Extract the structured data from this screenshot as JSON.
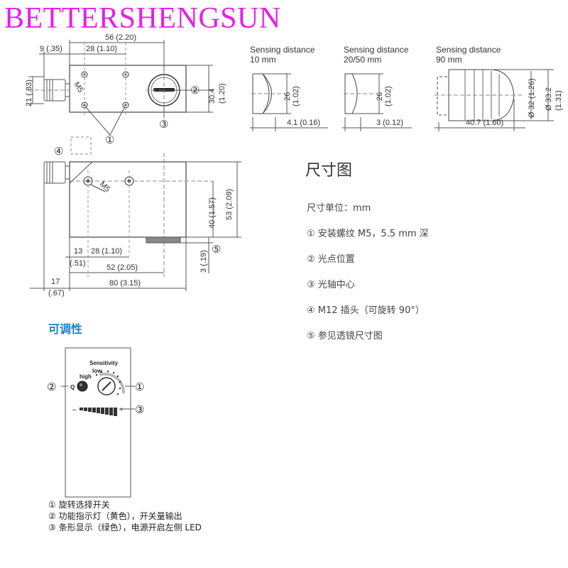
{
  "brand": {
    "text": "BETTERSHENGSUN"
  },
  "drawing": {
    "top_view": {
      "dim_56": "56 (2.20)",
      "dim_9": "9 (.35)",
      "dim_28": "28 (1.10)",
      "dim_21": "21 (.83)",
      "dim_30_4_a": "30.4",
      "dim_30_4_b": "(1.20)",
      "m5": "M5",
      "callout_2": "②",
      "callout_3": "③",
      "callout_1": "①"
    },
    "front_view": {
      "callout_4": "④",
      "m5": "M5",
      "dim_40": "40 (1.57)",
      "dim_53": "53 (2.09)",
      "dim_3": "3 (.19)",
      "callout_5": "⑤",
      "dim_13_a": "13",
      "dim_13_b": "(.51)",
      "dim_28": "28 (1.10)",
      "dim_52": "52 (2.05)",
      "dim_17_a": "17",
      "dim_17_b": "(.67)",
      "dim_80": "80 (3.15)"
    },
    "lens_views": [
      {
        "label_1": "Sensing distance",
        "label_2": "10 mm",
        "dim_h": "26",
        "dim_h2": "(1.02)",
        "dim_w": "4.1 (0.16)"
      },
      {
        "label_1": "Sensing distance",
        "label_2": "20/50 mm",
        "dim_h": "26",
        "dim_h2": "(1.02)",
        "dim_w": "3 (0.12)"
      },
      {
        "label_1": "Sensing distance",
        "label_2": "90 mm",
        "dim_d1": "Ø 32 (1.26)",
        "dim_d2": "Ø 33.2",
        "dim_d3": "(1.31)",
        "dim_w": "40.7 (1.60)"
      }
    ]
  },
  "notes": {
    "title": "尺寸图",
    "items": [
      "尺寸单位：mm",
      "① 安装螺纹 M5，5.5 mm 深",
      "② 光点位置",
      "③ 光轴中心",
      "④ M12 插头（可旋转 90°）",
      "⑤ 参见透镜尺寸图"
    ]
  },
  "adjust": {
    "title": "可调性",
    "sensitivity": "Sensitivity",
    "low": "low",
    "high": "high",
    "q": "Q",
    "minus": "–",
    "plus": "+",
    "callout_1": "①",
    "callout_2": "②",
    "callout_3": "③",
    "legend": [
      "①  旋转选择开关",
      "②  功能指示灯（黄色），开关量输出",
      "③  条形显示（绿色），电源开启左侧 LED"
    ]
  }
}
